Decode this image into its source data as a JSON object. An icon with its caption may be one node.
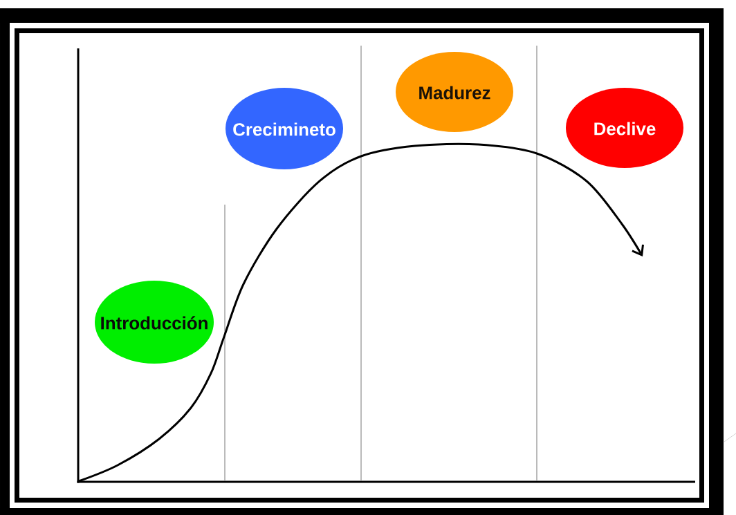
{
  "diagram": {
    "nodes": [
      {
        "text": [
          "Introducción"
        ]
      },
      {
        "text": [
          "Crecimineto"
        ]
      },
      {
        "text": [
          "Madurez"
        ]
      },
      {
        "text": [
          "Declive"
        ]
      }
    ]
  }
}
